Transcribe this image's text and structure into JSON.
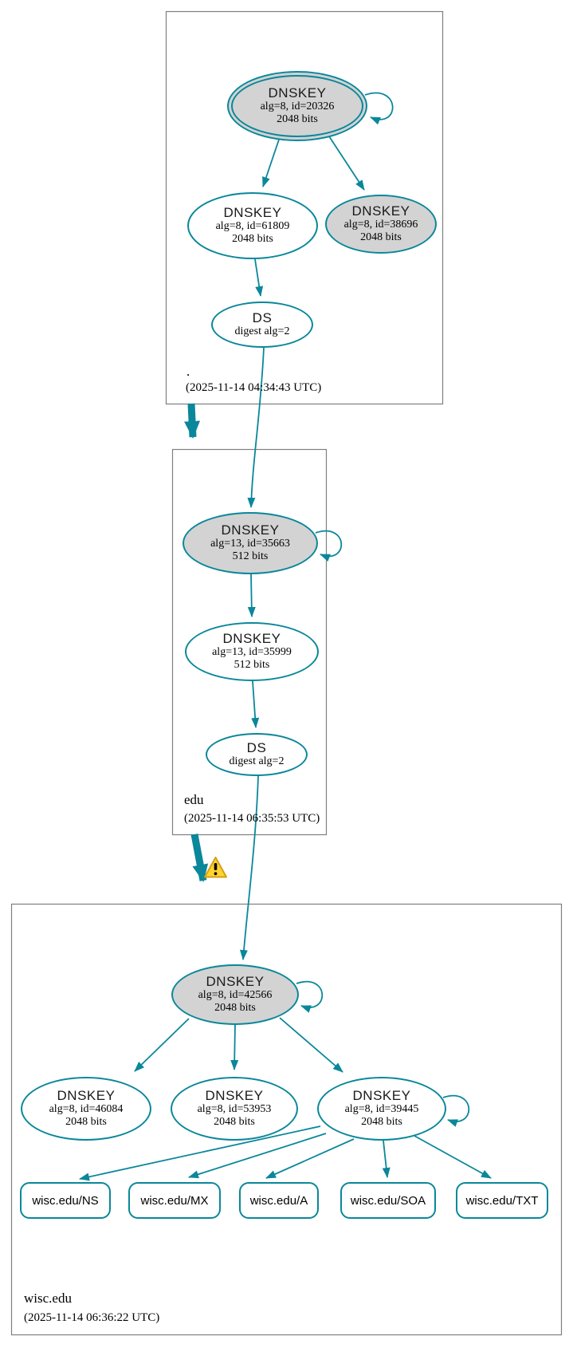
{
  "colors": {
    "accent": "#0a879a",
    "sep_key_fill": "#d3d3d3",
    "zone_border": "#7f7f7f",
    "warning_fill": "#ffd42e",
    "warning_border": "#d4a017"
  },
  "icons": {
    "warning_icon": "warning-triangle",
    "self_sign_loop": "curved-self-arrow"
  },
  "zones": {
    "root": {
      "name": ".",
      "timestamp": "(2025-11-14 04:34:43 UTC)",
      "ksk": {
        "title": "DNSKEY",
        "alg": "alg=8, id=20326",
        "bits": "2048 bits"
      },
      "zsk": {
        "title": "DNSKEY",
        "alg": "alg=8, id=61809",
        "bits": "2048 bits"
      },
      "standby": {
        "title": "DNSKEY",
        "alg": "alg=8, id=38696",
        "bits": "2048 bits"
      },
      "ds": {
        "title": "DS",
        "alg": "digest alg=2"
      }
    },
    "edu": {
      "name": "edu",
      "timestamp": "(2025-11-14 06:35:53 UTC)",
      "ksk": {
        "title": "DNSKEY",
        "alg": "alg=13, id=35663",
        "bits": "512 bits"
      },
      "zsk": {
        "title": "DNSKEY",
        "alg": "alg=13, id=35999",
        "bits": "512 bits"
      },
      "ds": {
        "title": "DS",
        "alg": "digest alg=2"
      }
    },
    "wisc": {
      "name": "wisc.edu",
      "timestamp": "(2025-11-14 06:36:22 UTC)",
      "ksk": {
        "title": "DNSKEY",
        "alg": "alg=8, id=42566",
        "bits": "2048 bits"
      },
      "zsk1": {
        "title": "DNSKEY",
        "alg": "alg=8, id=46084",
        "bits": "2048 bits"
      },
      "zsk2": {
        "title": "DNSKEY",
        "alg": "alg=8, id=53953",
        "bits": "2048 bits"
      },
      "zsk3": {
        "title": "DNSKEY",
        "alg": "alg=8, id=39445",
        "bits": "2048 bits"
      },
      "rrsets": [
        {
          "label": "wisc.edu/NS"
        },
        {
          "label": "wisc.edu/MX"
        },
        {
          "label": "wisc.edu/A"
        },
        {
          "label": "wisc.edu/SOA"
        },
        {
          "label": "wisc.edu/TXT"
        }
      ]
    }
  }
}
